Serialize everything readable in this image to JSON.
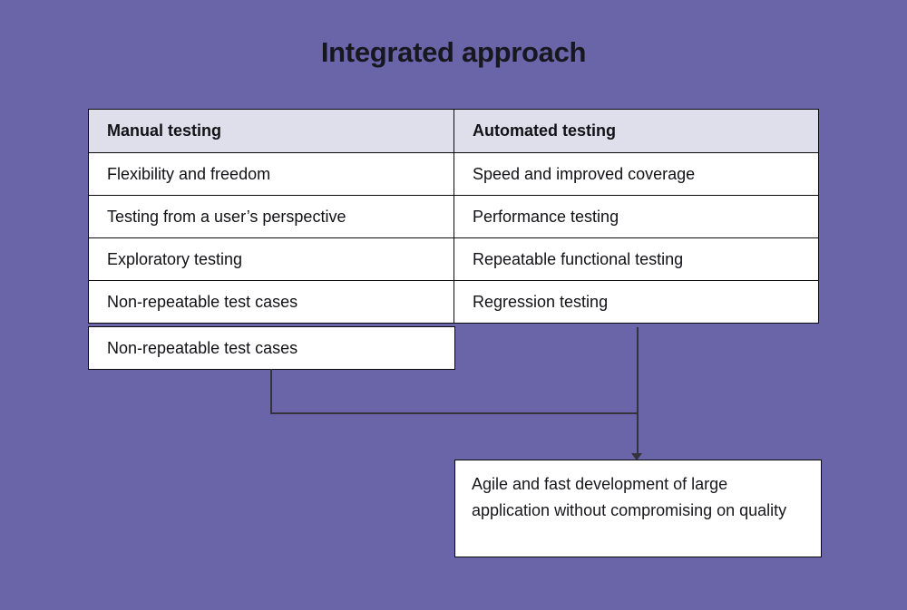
{
  "title": "Integrated approach",
  "table": {
    "headers": [
      "Manual testing",
      "Automated testing"
    ],
    "rows": [
      {
        "left": "Flexibility and freedom",
        "right": "Speed and improved coverage"
      },
      {
        "left": "Testing from a user’s perspective",
        "right": "Performance testing"
      },
      {
        "left": "Exploratory testing",
        "right": "Repeatable functional testing"
      },
      {
        "left": "Non-repeatable test cases",
        "right": "Regression testing"
      }
    ],
    "extra_row_left": "Non-repeatable test cases"
  },
  "result_box": {
    "text": "Agile and fast development of large application without compromising on quality"
  },
  "connector": {
    "arrow_icon": "arrow-down-icon"
  },
  "colors": {
    "background": "#6A64A8",
    "table_header_bg": "#DFDEEB",
    "cell_bg": "#FFFFFF",
    "border": "#0B0B0F",
    "connector_line": "#33323D",
    "text": "#17171C"
  }
}
